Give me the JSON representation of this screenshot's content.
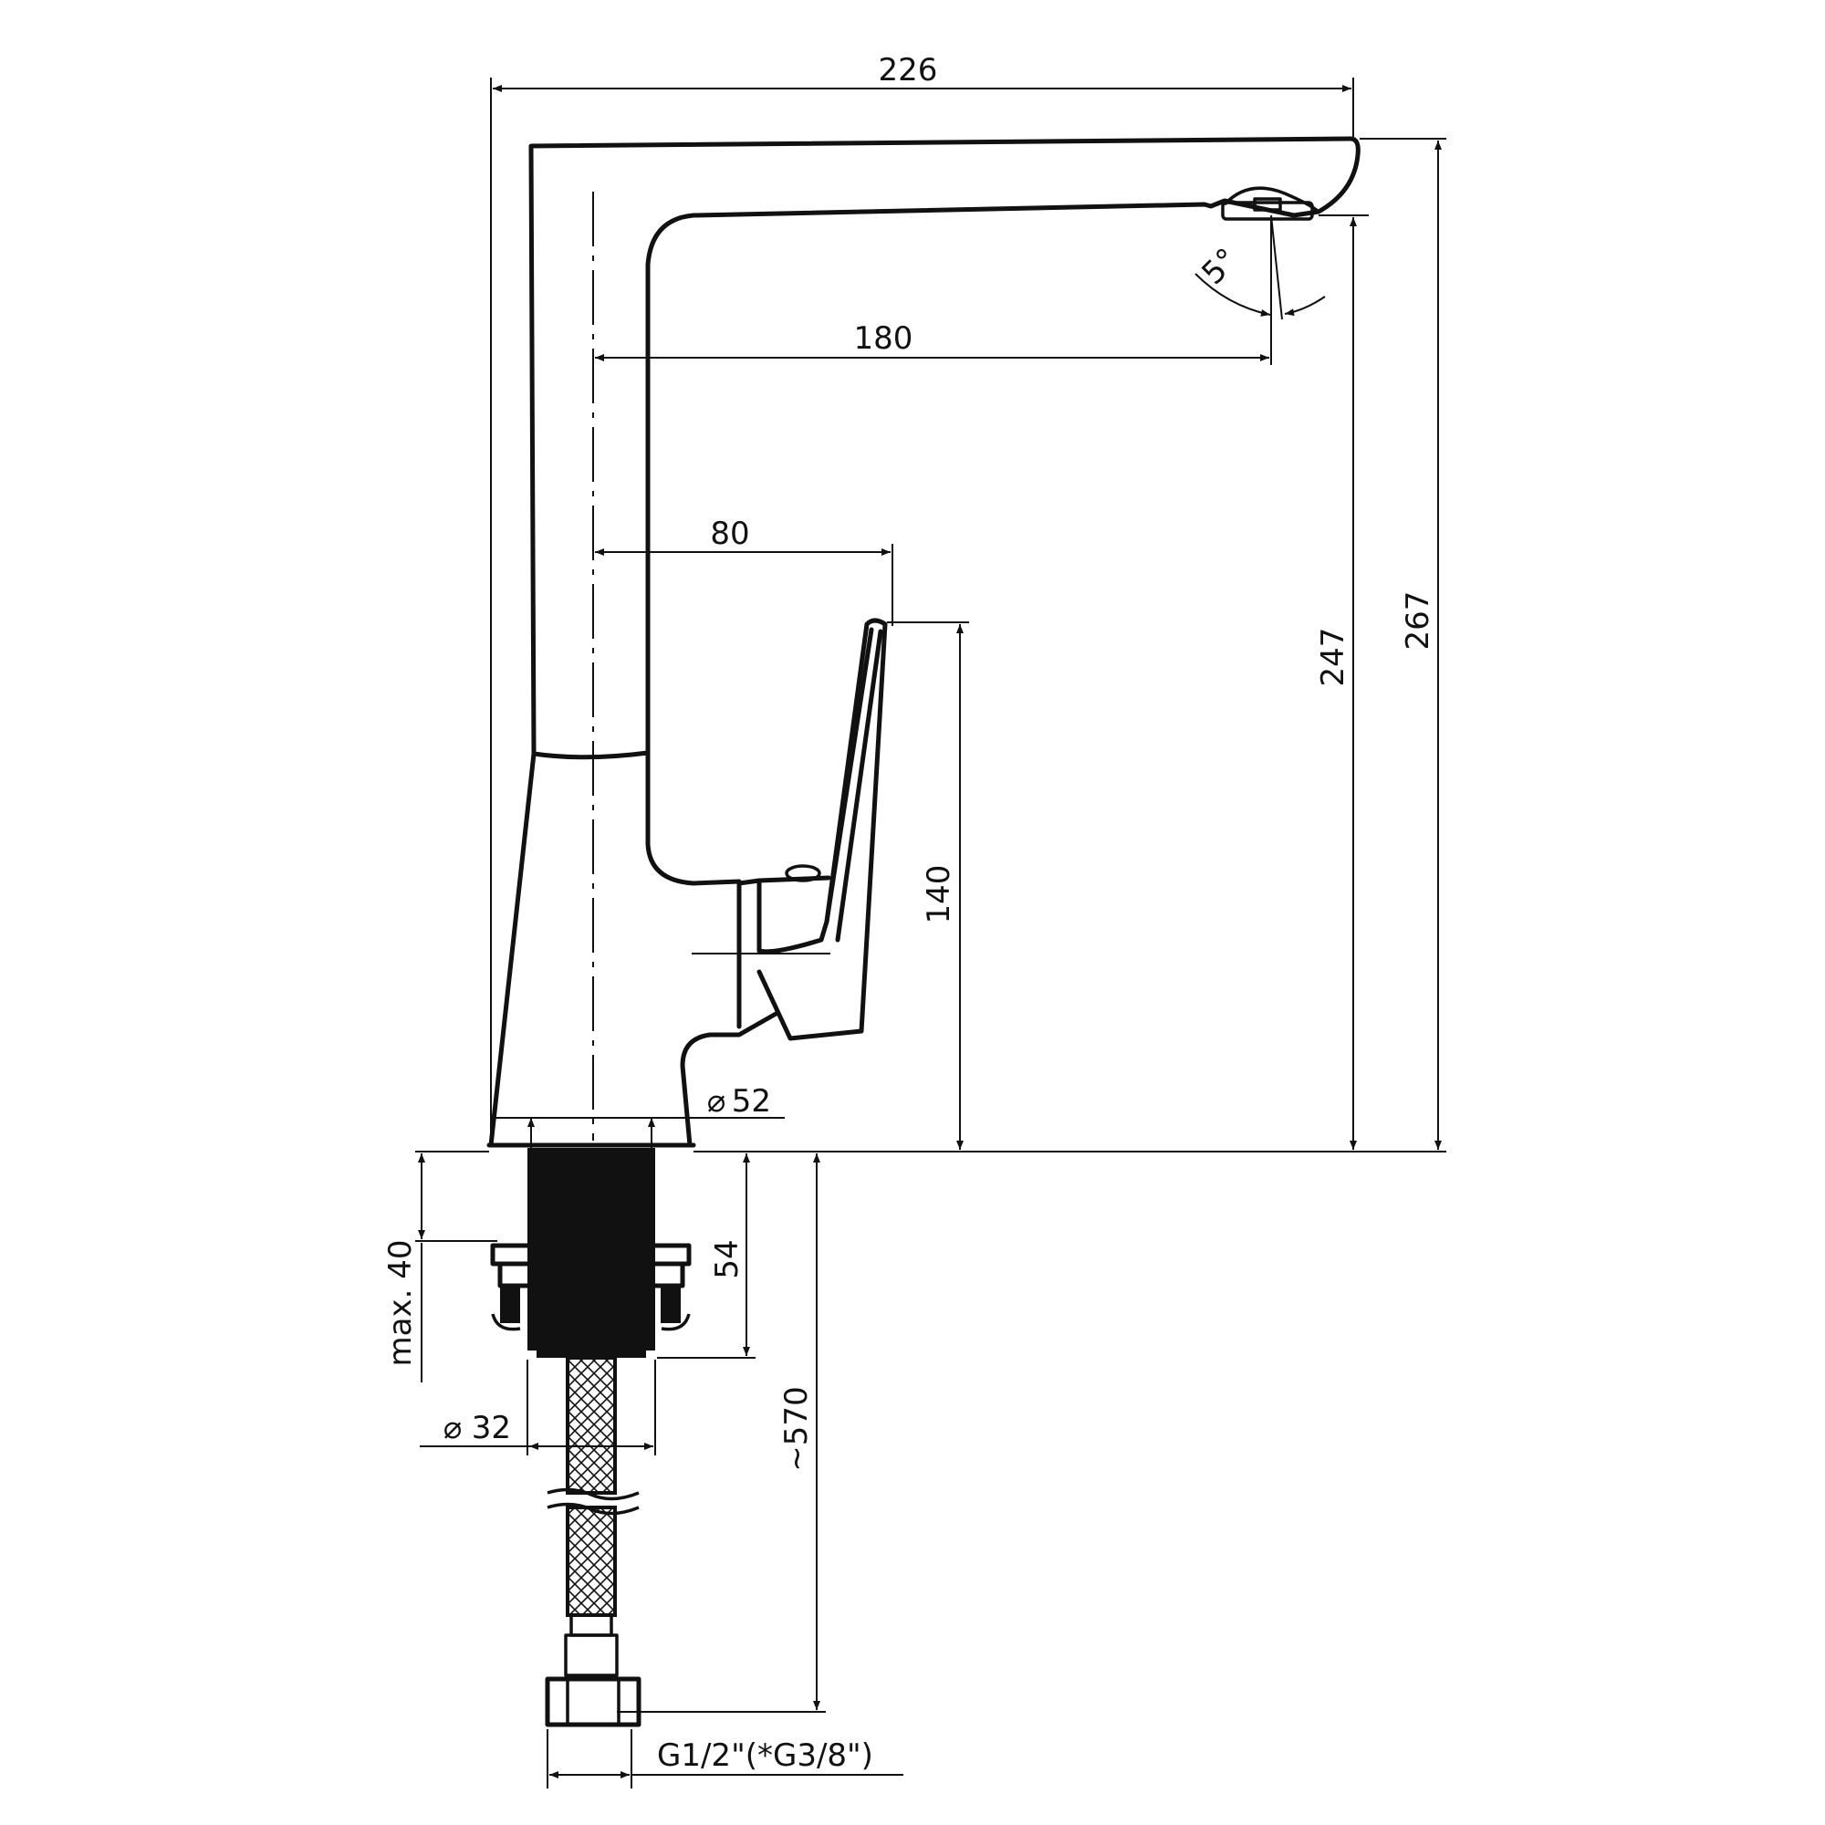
{
  "drawing": {
    "dimensions": {
      "overall_width": "226",
      "spout_reach": "180",
      "lever_reach": "80",
      "spout_outlet_height": "247",
      "overall_height": "267",
      "lever_height": "140",
      "body_diameter": "52",
      "spout_angle": "5°",
      "max_deck_thickness": "max. 40",
      "shank_length": "54",
      "shank_diameter": "32",
      "hose_length": "~570",
      "connection_thread": "G1/2\"(*G3/8\")"
    },
    "colors": {
      "line": "#111111",
      "background": "#ffffff"
    }
  }
}
